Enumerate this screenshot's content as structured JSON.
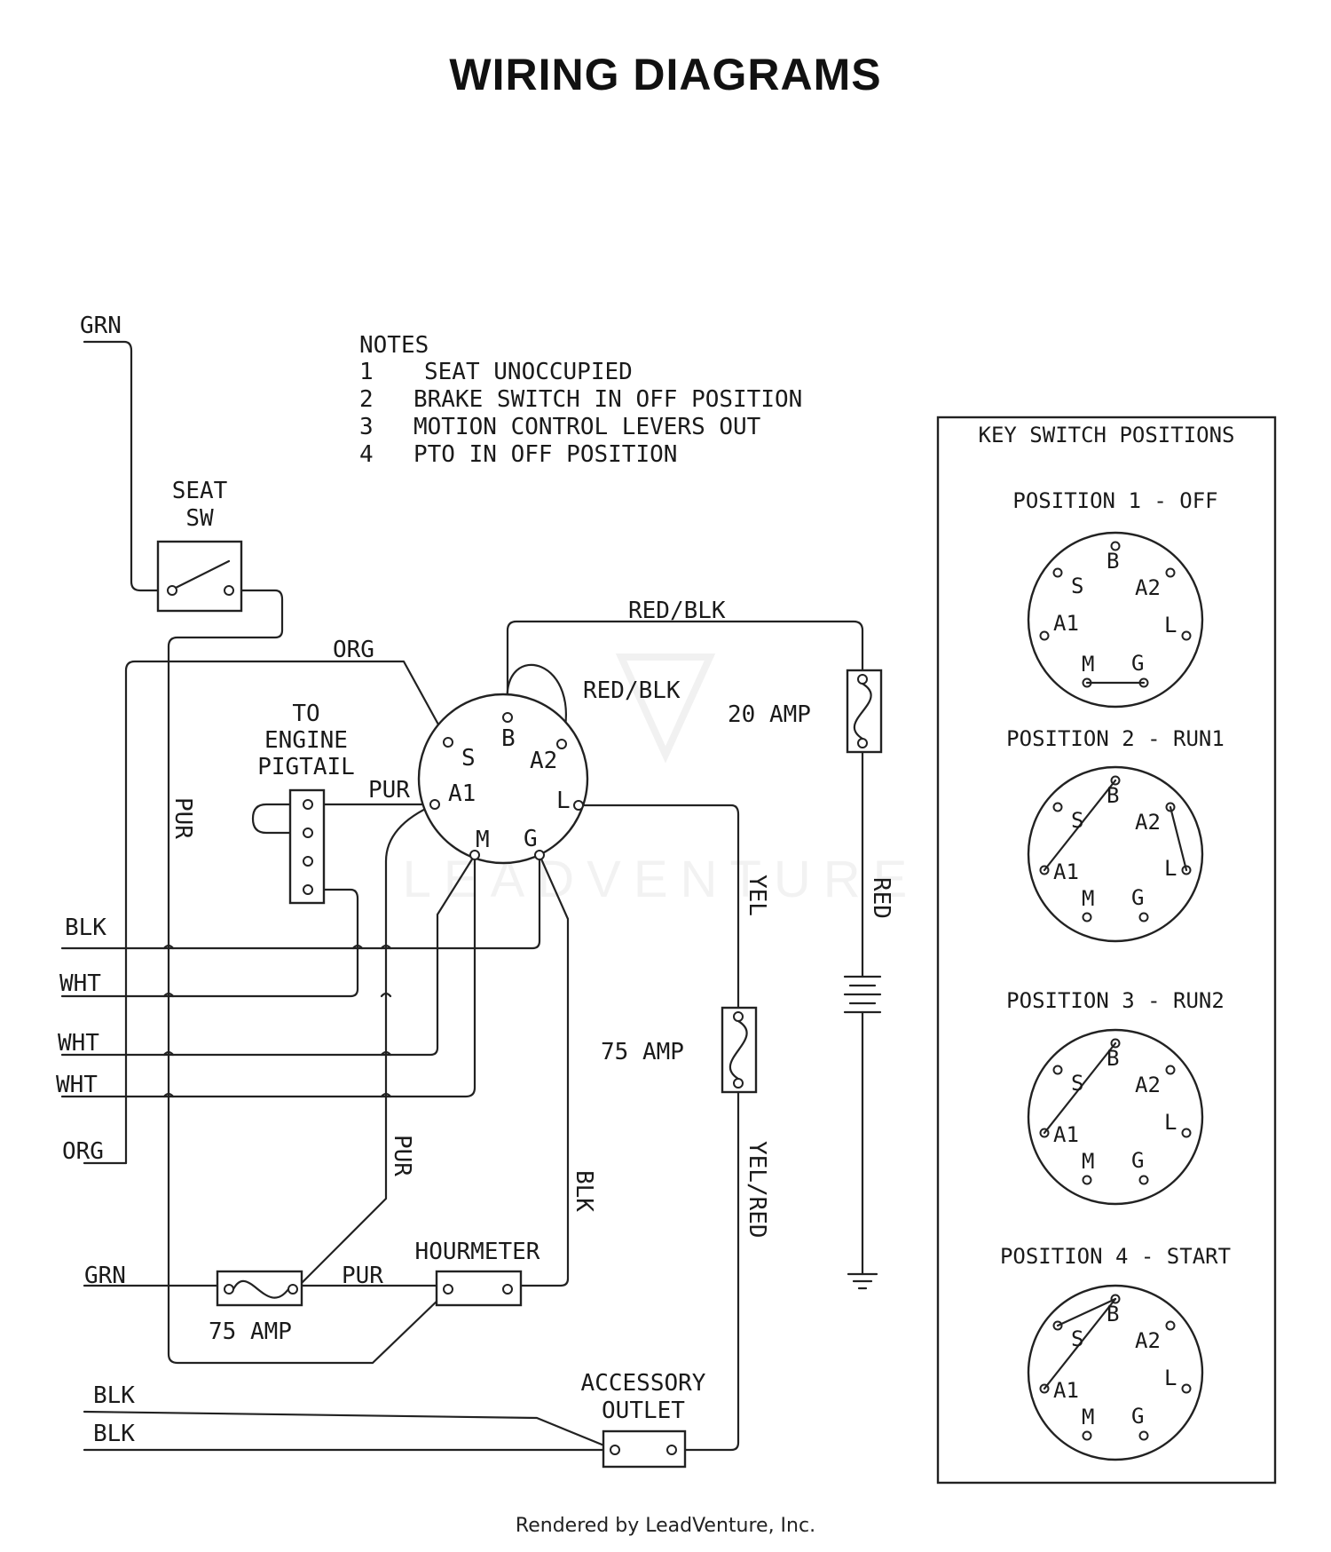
{
  "title": "WIRING DIAGRAMS",
  "notes": {
    "heading": "NOTES",
    "items": [
      {
        "num": "1",
        "text": "SEAT UNOCCUPIED"
      },
      {
        "num": "2",
        "text": "BRAKE SWITCH IN OFF POSITION"
      },
      {
        "num": "3",
        "text": "MOTION CONTROL LEVERS OUT"
      },
      {
        "num": "4",
        "text": "PTO IN OFF POSITION"
      }
    ]
  },
  "components": {
    "seat_switch": [
      "SEAT",
      "SW"
    ],
    "engine_pigtail": [
      "TO",
      "ENGINE",
      "PIGTAIL"
    ],
    "fuse_20": "20 AMP",
    "fuse_75_right": "75 AMP",
    "fuse_75_bottom": "75 AMP",
    "hourmeter": "HOURMETER",
    "accessory_outlet": [
      "ACCESSORY",
      "OUTLET"
    ]
  },
  "switch_terminals": [
    "S",
    "B",
    "A2",
    "A1",
    "L",
    "M",
    "G"
  ],
  "wires": {
    "grn_top": "GRN",
    "org_top": "ORG",
    "pur_vertical": "PUR",
    "pur_a1": "PUR",
    "red_blk_top": "RED/BLK",
    "red_blk_loop": "RED/BLK",
    "red": "RED",
    "yel": "YEL",
    "yel_red": "YEL/RED",
    "blk_left": "BLK",
    "wht_1": "WHT",
    "wht_2": "WHT",
    "wht_3": "WHT",
    "org_left": "ORG",
    "pur_lower": "PUR",
    "blk_lower": "BLK",
    "grn_bottom": "GRN",
    "pur_bottom": "PUR",
    "blk_bottom_1": "BLK",
    "blk_bottom_2": "BLK"
  },
  "key_switch_positions": {
    "title": "KEY SWITCH POSITIONS",
    "positions": [
      {
        "label": "POSITION 1 - OFF",
        "connections": [
          [
            "M",
            "G"
          ]
        ]
      },
      {
        "label": "POSITION 2 - RUN1",
        "connections": [
          [
            "A1",
            "B"
          ],
          [
            "A2",
            "L"
          ]
        ]
      },
      {
        "label": "POSITION 3 - RUN2",
        "connections": [
          [
            "A1",
            "B"
          ]
        ]
      },
      {
        "label": "POSITION 4 - START",
        "connections": [
          [
            "A1",
            "B"
          ],
          [
            "S",
            "B"
          ]
        ]
      }
    ]
  },
  "footer": "Rendered by LeadVenture, Inc.",
  "watermark": "LEADVENTURE"
}
